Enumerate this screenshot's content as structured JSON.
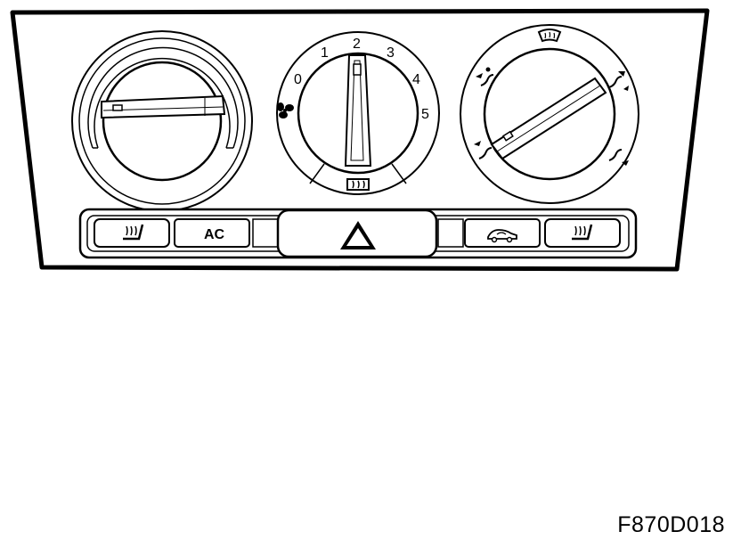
{
  "diagram": {
    "figure_code": "F870D018",
    "fan_scale": [
      "0",
      "1",
      "2",
      "3",
      "4",
      "5"
    ],
    "ac_label": "AC",
    "icons": {
      "fan": "fan-icon",
      "rear_defrost": "rear-window-defrost-icon",
      "windshield_defrost": "windshield-defrost-icon",
      "air_vent_upper_left": "air-distribution-vent-icon",
      "air_vent_lower_left": "air-distribution-face-icon",
      "air_vent_upper_right": "air-distribution-floor-defrost-icon",
      "air_vent_lower_right": "air-distribution-floor-icon",
      "seat_heat_left": "seat-heater-icon",
      "seat_heat_right": "seat-heater-icon",
      "hazard": "hazard-warning-icon",
      "recirc": "recirculation-car-icon"
    }
  }
}
